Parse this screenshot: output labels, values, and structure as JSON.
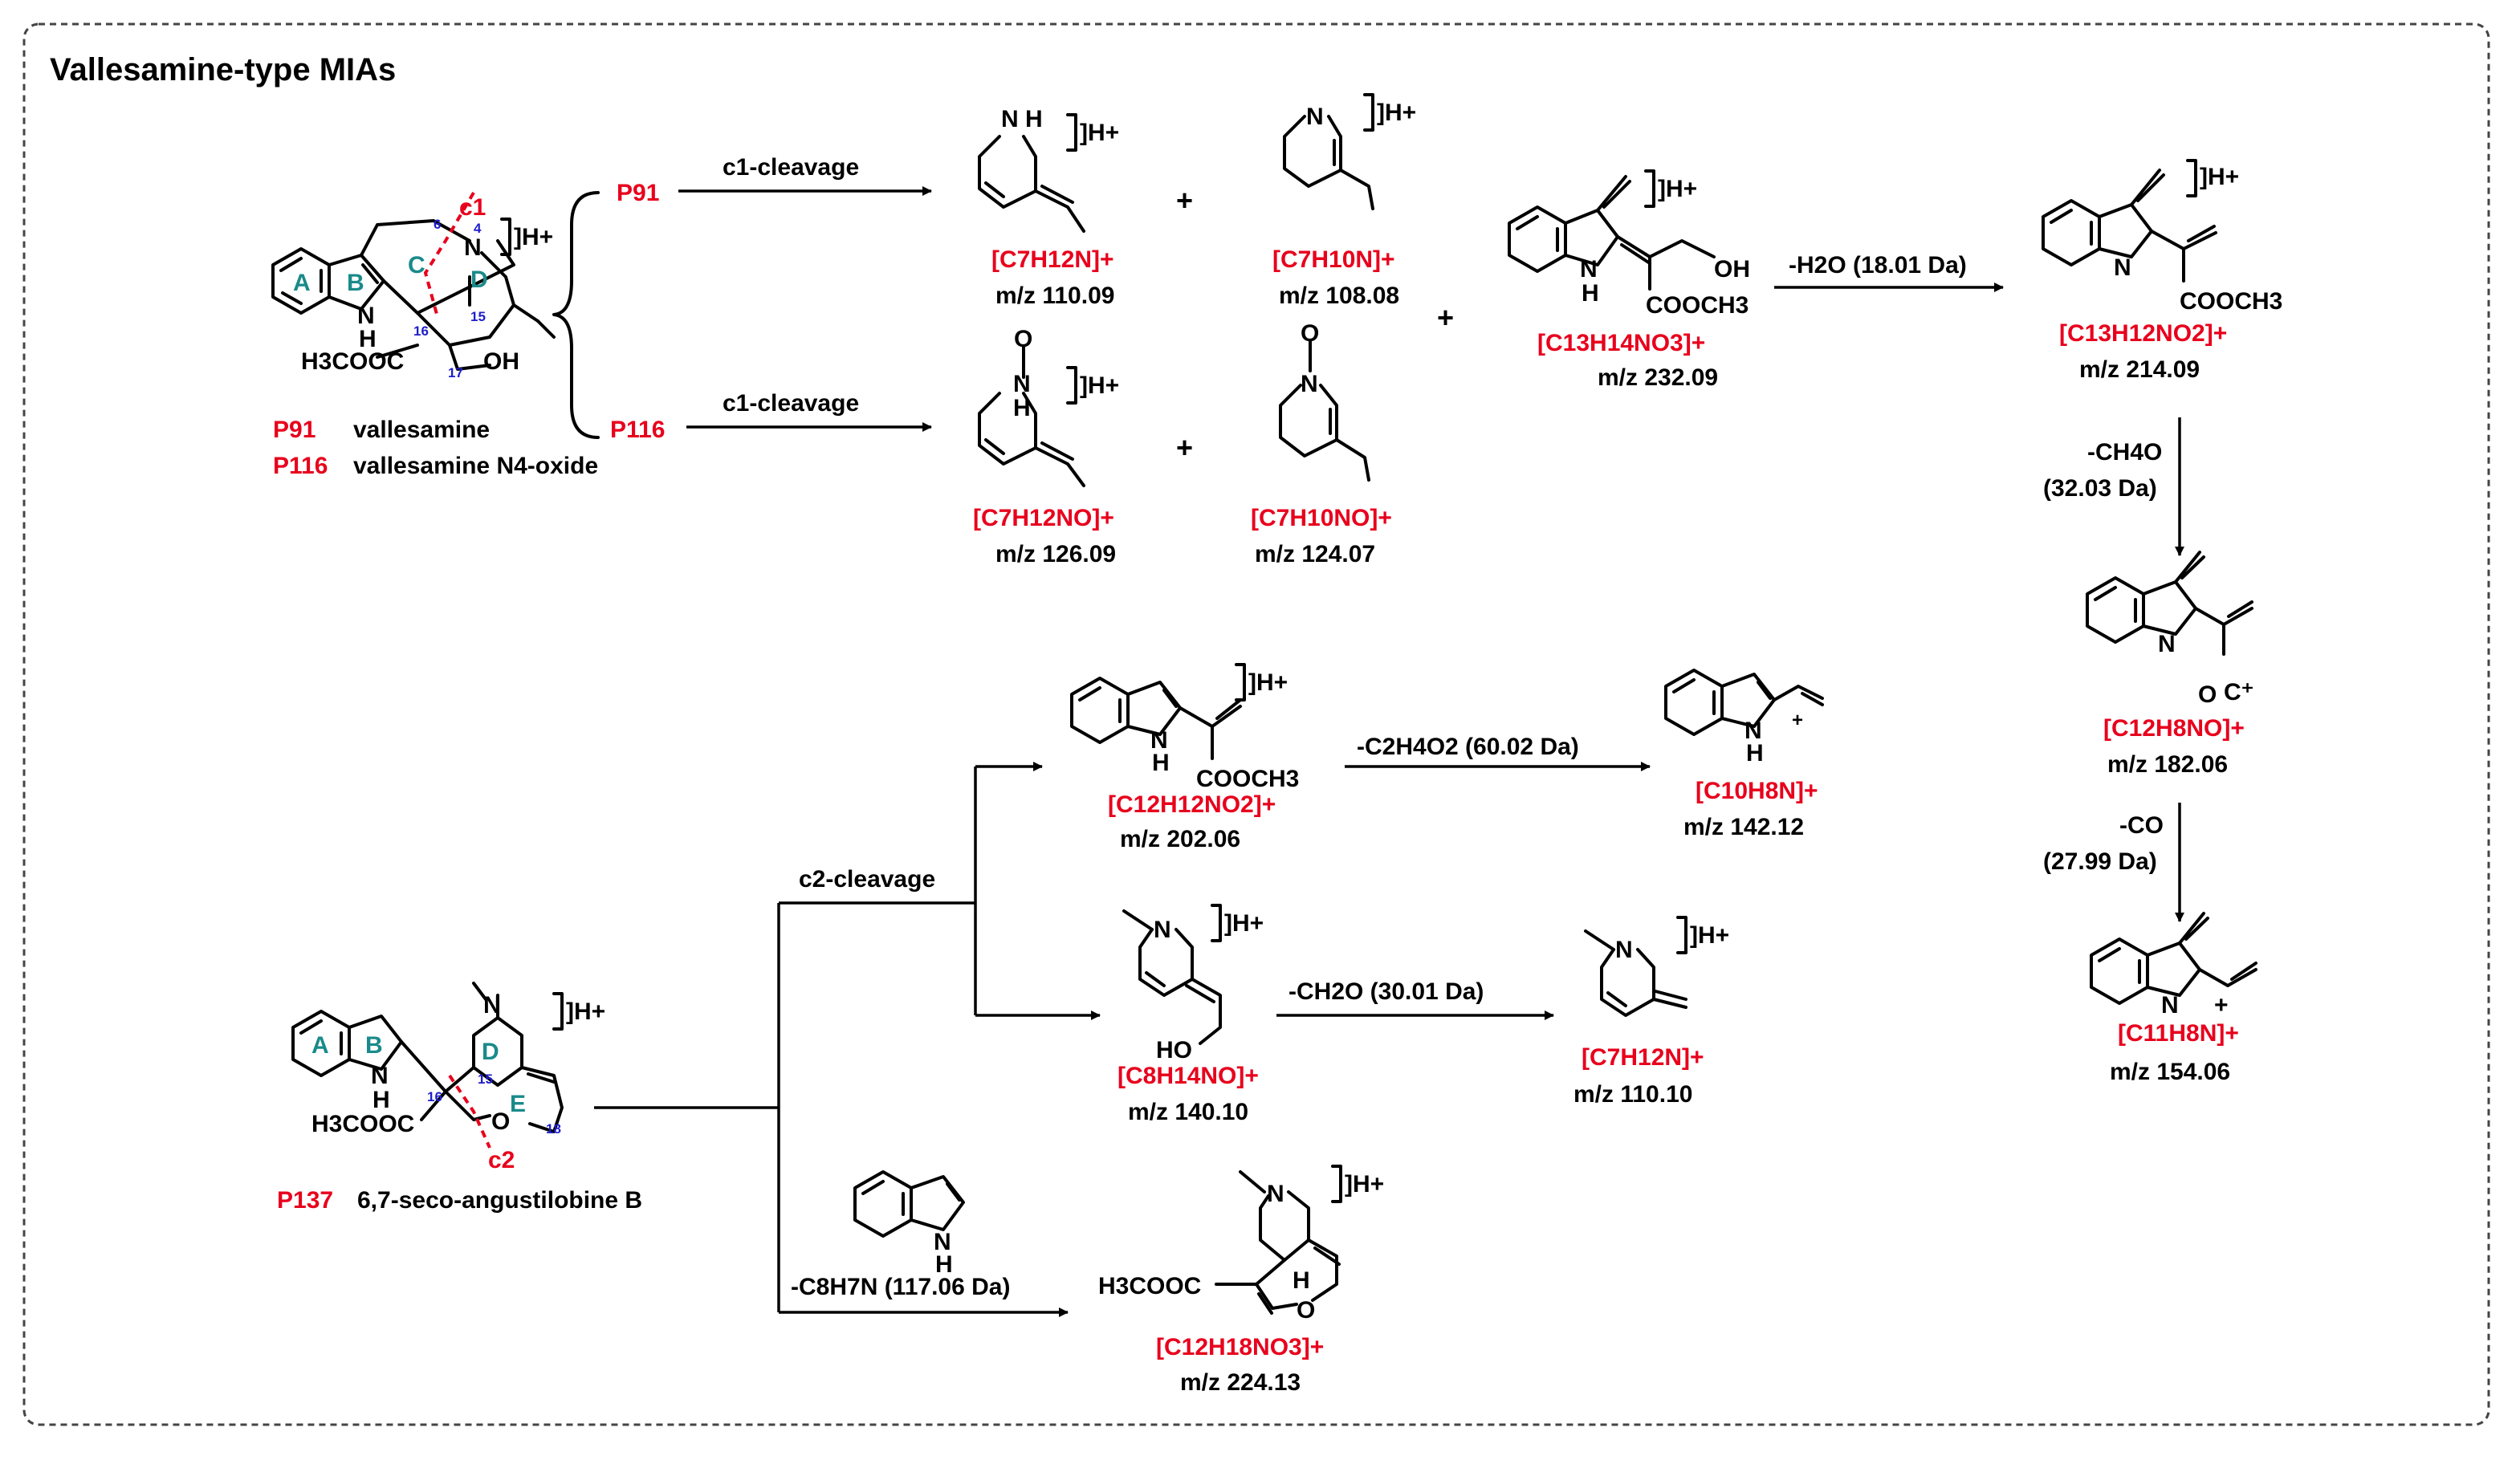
{
  "title": "Vallesamine-type MIAs",
  "ring_labels": {
    "a": "A",
    "b": "B",
    "c": "C",
    "d": "D",
    "e": "E"
  },
  "atom_numbers": {
    "n6": "6",
    "n4": "4",
    "n16": "16",
    "n15": "15",
    "n17": "17",
    "n18": "18"
  },
  "substituents": {
    "h3cooc": "H3COOC",
    "oh": "OH",
    "cooch3": "COOCH3",
    "ho": "HO",
    "h3cooc2": "H3COOC",
    "h": "H"
  },
  "atoms": {
    "n": "N",
    "nh": "N",
    "h": "H",
    "o": "O",
    "ntop": "N"
  },
  "precursors": {
    "p91_code": "P91",
    "p91_name": "vallesamine",
    "p116_code": "P116",
    "p116_name": "vallesamine N4-oxide",
    "p137_code": "P137",
    "p137_name": "6,7-seco-angustilobine B"
  },
  "cleavage_sites": {
    "c1": "c1",
    "c2": "c2"
  },
  "protonation": "]H+",
  "branch_labels": {
    "p91": "P91",
    "p116": "P116"
  },
  "steps": {
    "s1": "c1-cleavage",
    "s2": "c1-cleavage",
    "s3": "-H2O (18.01 Da)",
    "s4a": "-CH4O",
    "s4b": "(32.03 Da)",
    "s5a": "-CO",
    "s5b": "(27.99 Da)",
    "s6": "c2-cleavage",
    "s7": "-C2H4O2 (60.02 Da)",
    "s8": "-CH2O (30.01 Da)",
    "s9": "-C8H7N (117.06 Da)"
  },
  "plus": "+",
  "ions": [
    {
      "formula": "[C7H12N]+",
      "mz": "m/z 110.09"
    },
    {
      "formula": "[C7H10N]+",
      "mz": "m/z 108.08"
    },
    {
      "formula": "[C13H14NO3]+",
      "mz": "m/z 232.09"
    },
    {
      "formula": "[C13H12NO2]+",
      "mz": "m/z 214.09"
    },
    {
      "formula": "[C7H12NO]+",
      "mz": "m/z 126.09"
    },
    {
      "formula": "[C7H10NO]+",
      "mz": "m/z 124.07"
    },
    {
      "formula": "[C12H8NO]+",
      "mz": "m/z 182.06"
    },
    {
      "formula": "[C11H8N]+",
      "mz": "m/z 154.06"
    },
    {
      "formula": "[C12H12NO2]+",
      "mz": "m/z 202.06"
    },
    {
      "formula": "[C10H8N]+",
      "mz": "m/z 142.12"
    },
    {
      "formula": "[C8H14NO]+",
      "mz": "m/z 140.10"
    },
    {
      "formula": "[C7H12N]+",
      "mz": "m/z 110.10"
    },
    {
      "formula": "[C12H18NO3]+",
      "mz": "m/z 224.13"
    }
  ]
}
